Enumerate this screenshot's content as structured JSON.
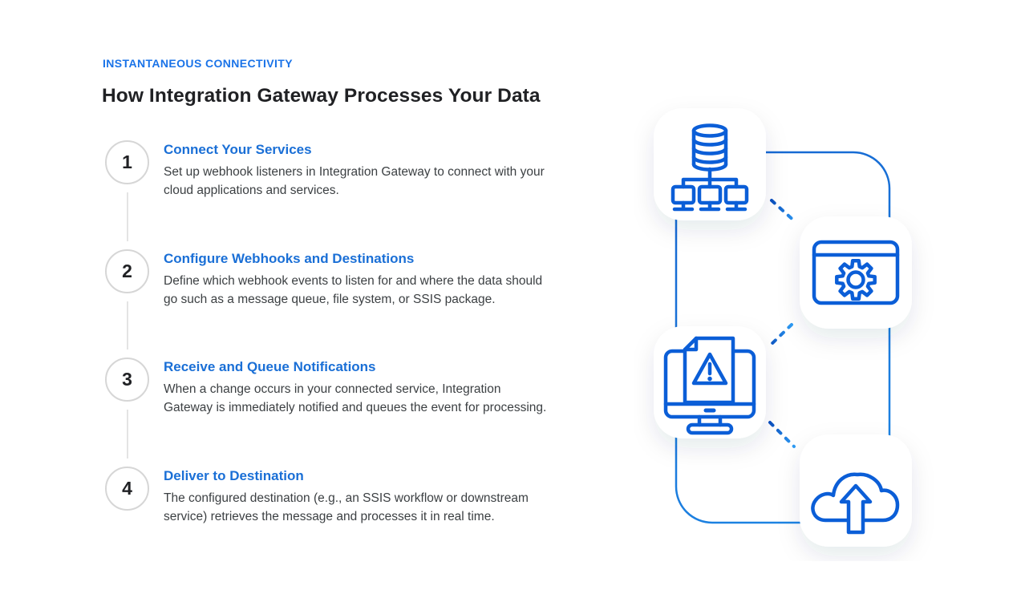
{
  "colors": {
    "accent": "#1A73E8",
    "stepTitle": "#1A6FD6",
    "heading": "#202124",
    "body": "#3C4043",
    "circleBorder": "#D6D6D6",
    "rail": "#E4E4E4",
    "iconGradientDark": "#0B5ED7",
    "iconGradientLight": "#2FA3F5",
    "connectorLine": "#1565D0"
  },
  "header": {
    "eyebrow": "INSTANTANEOUS CONNECTIVITY",
    "title": "How Integration Gateway Processes Your Data"
  },
  "steps": [
    {
      "number": "1",
      "title": "Connect Your Services",
      "description": "Set up webhook listeners in Integration Gateway to connect with your cloud applications and services."
    },
    {
      "number": "2",
      "title": "Configure Webhooks and Destinations",
      "description": "Define which webhook events to listen for and where the data should go such as a message queue, file system, or SSIS package."
    },
    {
      "number": "3",
      "title": "Receive and Queue Notifications",
      "description": "When a change occurs in your connected service, Integration Gateway is immediately notified and queues the event for processing."
    },
    {
      "number": "4",
      "title": "Deliver to Destination",
      "description": "The configured destination (e.g., an SSIS workflow or downstream service) retrieves the message and processes it in real time."
    }
  ],
  "diagram": {
    "icons": [
      "database-network",
      "app-window-gear",
      "monitor-alert",
      "cloud-upload"
    ]
  }
}
